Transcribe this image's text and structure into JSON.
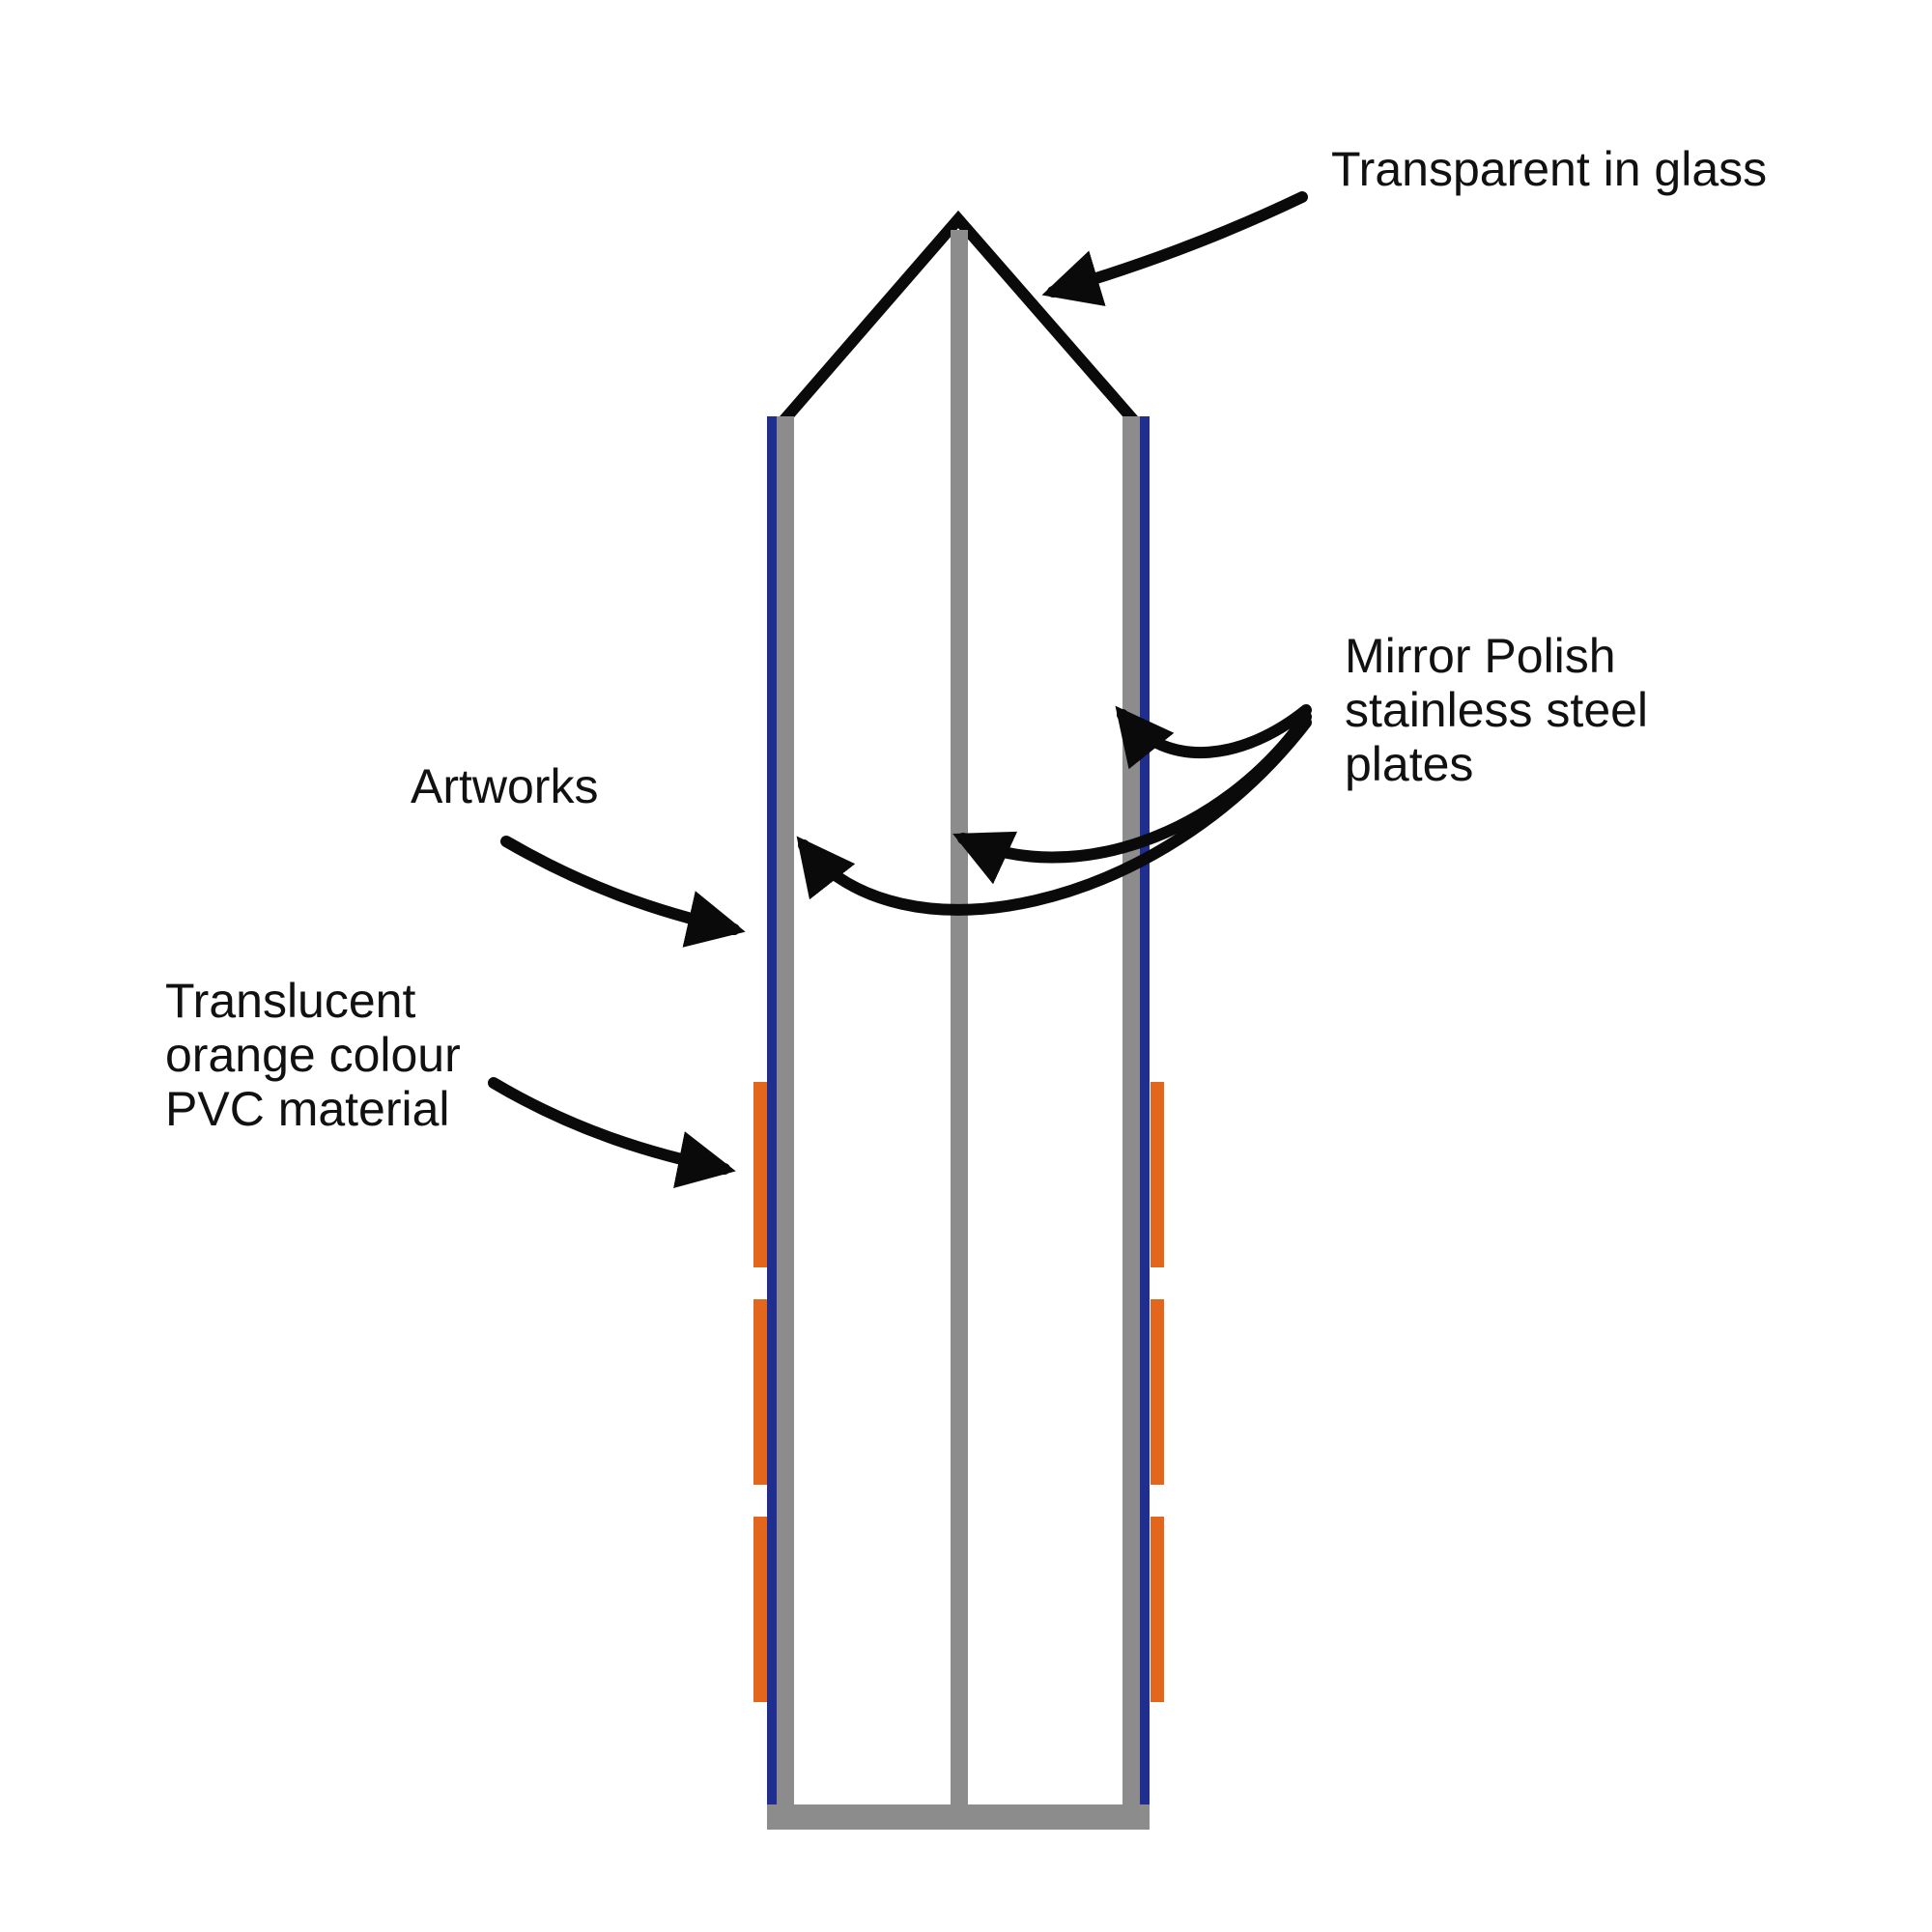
{
  "labels": {
    "glass": "Transparent in glass",
    "mirror": [
      "Mirror Polish",
      "stainless steel",
      "plates"
    ],
    "artworks": "Artworks",
    "pvc": [
      "Translucent",
      "orange colour",
      "PVC material"
    ]
  },
  "colors": {
    "steel": "#8c8c8c",
    "artwork": "#1f2e8f",
    "pvc": "#e2661c",
    "arrow": "#0a0a0a",
    "text": "#111111",
    "background": "#ffffff"
  }
}
